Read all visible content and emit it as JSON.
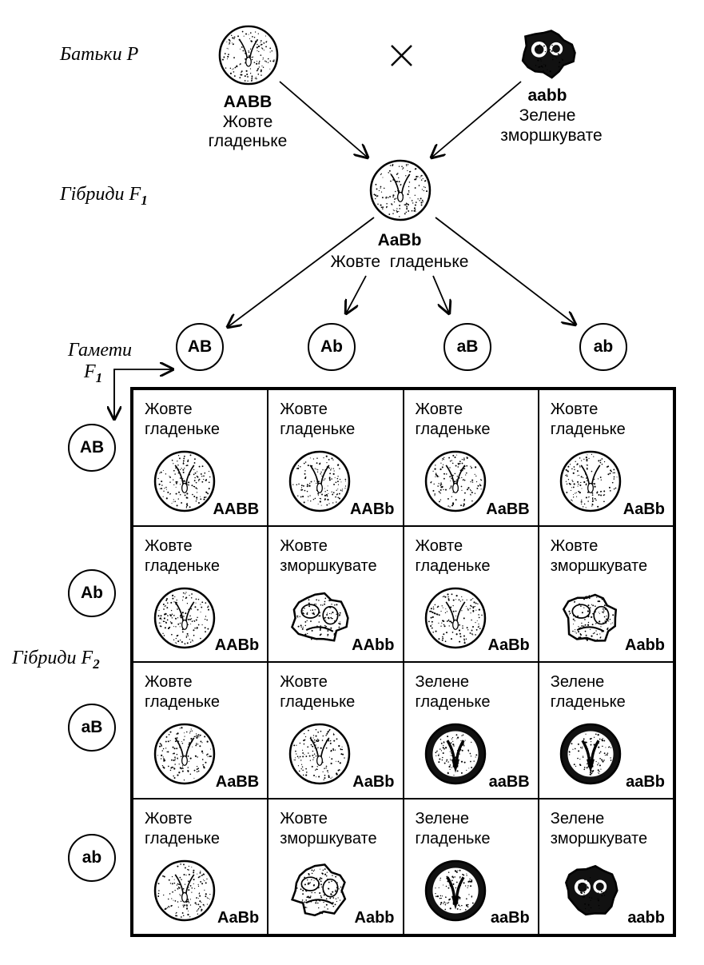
{
  "labels": {
    "parents": "Батьки P",
    "f1_hybrids": "Гібриди F",
    "f1_sub": "1",
    "gametes": "Гамети",
    "gametes_f": "F",
    "gametes_sub": "1",
    "f2_hybrids": "Гібриди F",
    "f2_sub": "2",
    "cross": "×"
  },
  "parent1": {
    "genotype": "AABB",
    "phenotype_line1": "Жовте",
    "phenotype_line2": "гладеньке",
    "seed": "yellow-smooth"
  },
  "parent2": {
    "genotype": "aabb",
    "phenotype_line1": "Зелене",
    "phenotype_line2": "зморшкувате",
    "seed": "green-wrinkled"
  },
  "f1": {
    "genotype": "AaBb",
    "phenotype": "Жовте  гладеньке",
    "seed": "yellow-smooth"
  },
  "gametes_top": [
    "AB",
    "Ab",
    "aB",
    "ab"
  ],
  "gametes_left": [
    "AB",
    "Ab",
    "aB",
    "ab"
  ],
  "punnett": [
    [
      {
        "phenotype": "Жовте\nгладеньке",
        "genotype": "AABB",
        "seed": "yellow-smooth"
      },
      {
        "phenotype": "Жовте\nгладеньке",
        "genotype": "AABb",
        "seed": "yellow-smooth"
      },
      {
        "phenotype": "Жовте\nгладеньке",
        "genotype": "AaBB",
        "seed": "yellow-smooth"
      },
      {
        "phenotype": "Жовте\nгладеньке",
        "genotype": "AaBb",
        "seed": "yellow-smooth"
      }
    ],
    [
      {
        "phenotype": "Жовте\nгладеньке",
        "genotype": "AABb",
        "seed": "yellow-smooth"
      },
      {
        "phenotype": "Жовте\nзморшкувате",
        "genotype": "AAbb",
        "seed": "yellow-wrinkled"
      },
      {
        "phenotype": "Жовте\nгладеньке",
        "genotype": "AaBb",
        "seed": "yellow-smooth"
      },
      {
        "phenotype": "Жовте\nзморшкувате",
        "genotype": "Aabb",
        "seed": "yellow-wrinkled"
      }
    ],
    [
      {
        "phenotype": "Жовте\nгладеньке",
        "genotype": "AaBB",
        "seed": "yellow-smooth"
      },
      {
        "phenotype": "Жовте\nгладеньке",
        "genotype": "AaBb",
        "seed": "yellow-smooth"
      },
      {
        "phenotype": "Зелене\nгладеньке",
        "genotype": "aaBB",
        "seed": "green-smooth"
      },
      {
        "phenotype": "Зелене\nгладеньке",
        "genotype": "aaBb",
        "seed": "green-smooth"
      }
    ],
    [
      {
        "phenotype": "Жовте\nгладеньке",
        "genotype": "AaBb",
        "seed": "yellow-smooth"
      },
      {
        "phenotype": "Жовте\nзморшкувате",
        "genotype": "Aabb",
        "seed": "yellow-wrinkled"
      },
      {
        "phenotype": "Зелене\nгладеньке",
        "genotype": "aaBb",
        "seed": "green-smooth"
      },
      {
        "phenotype": "Зелене\nзморшкувате",
        "genotype": "aabb",
        "seed": "green-wrinkled"
      }
    ]
  ]
}
